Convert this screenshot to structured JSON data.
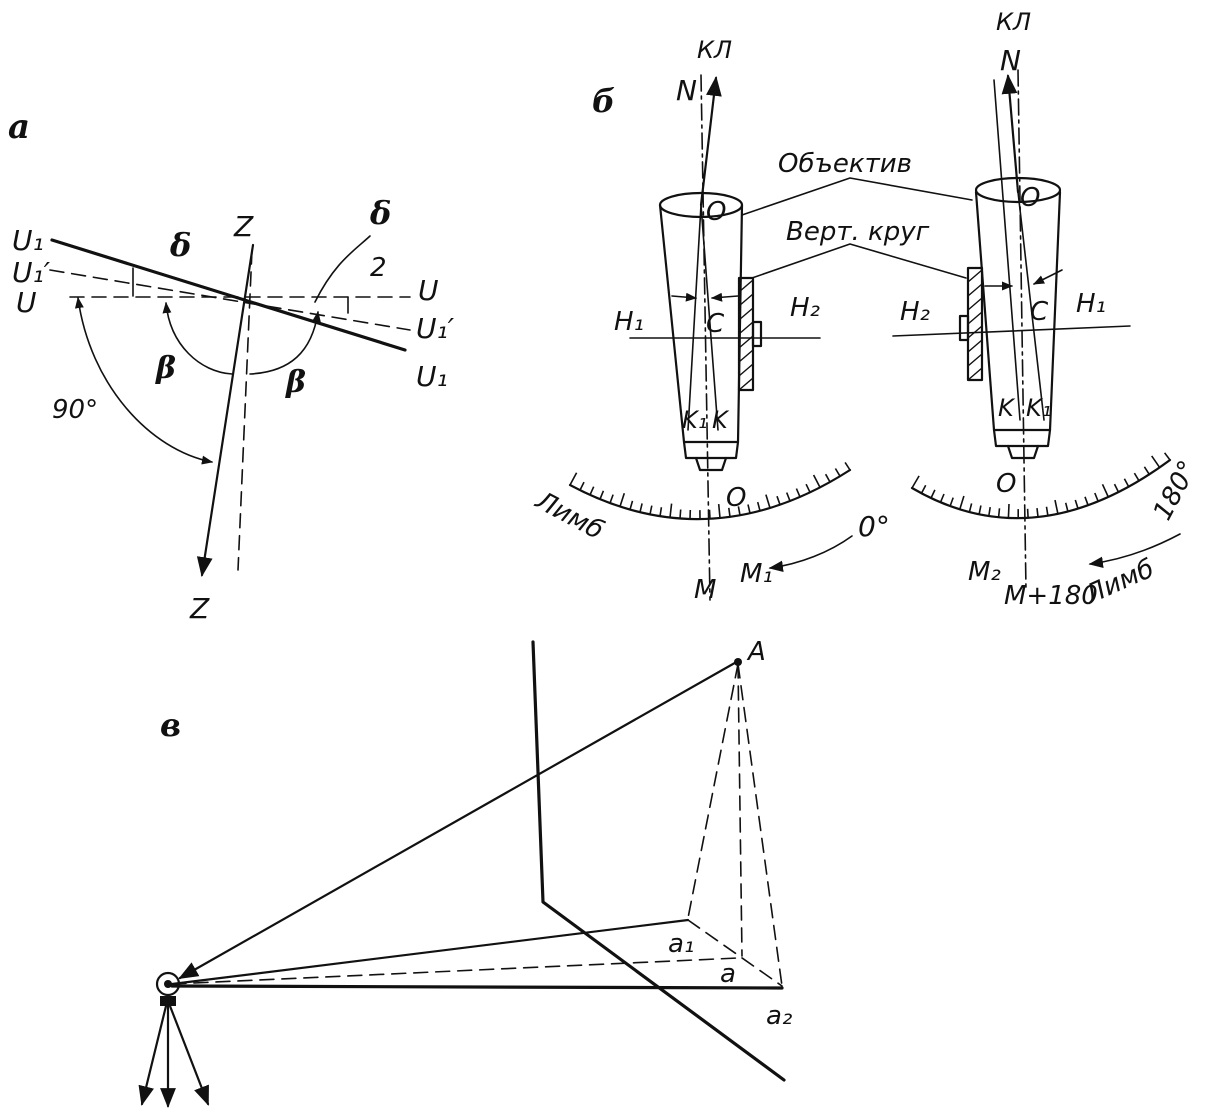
{
  "panels": {
    "a": {
      "letter": "а",
      "labels": {
        "u1_left": "U₁",
        "u1p_left": "U₁′",
        "u_left": "U",
        "u_right": "U",
        "u1p_right": "U₁′",
        "u1_right": "U₁",
        "z_top": "Z",
        "z_bottom": "Z",
        "delta_left": "δ",
        "delta_right": "δ",
        "two": "2",
        "beta_left": "β",
        "beta_right": "β",
        "angle90": "90°"
      }
    },
    "b": {
      "letter": "б",
      "labels": {
        "kp_left": "КЛ",
        "n_left": "N",
        "kp_right": "КЛ",
        "n_right": "N",
        "objective": "Объектив",
        "vert_circle": "Верт. круг",
        "o_left": "O",
        "o_right": "O",
        "h1_left": "H₁",
        "h2_left": "H₂",
        "h2_right": "H₂",
        "h1_right": "H₁",
        "c_left": "C",
        "c_right": "C",
        "k1_left": "K₁",
        "k_left": "K",
        "k_right": "K",
        "k1_right": "K₁",
        "limb_left": "Лимб",
        "limb_right": "Лимб",
        "zero_left": "O",
        "zero_right": "O",
        "deg0": "0°",
        "deg180": "180°",
        "m": "M",
        "m1": "M₁",
        "m2": "M₂",
        "m180": "M+180"
      }
    },
    "c": {
      "letter": "в",
      "labels": {
        "a_top": "A",
        "a1": "a₁",
        "a": "a",
        "a2": "a₂"
      }
    }
  }
}
